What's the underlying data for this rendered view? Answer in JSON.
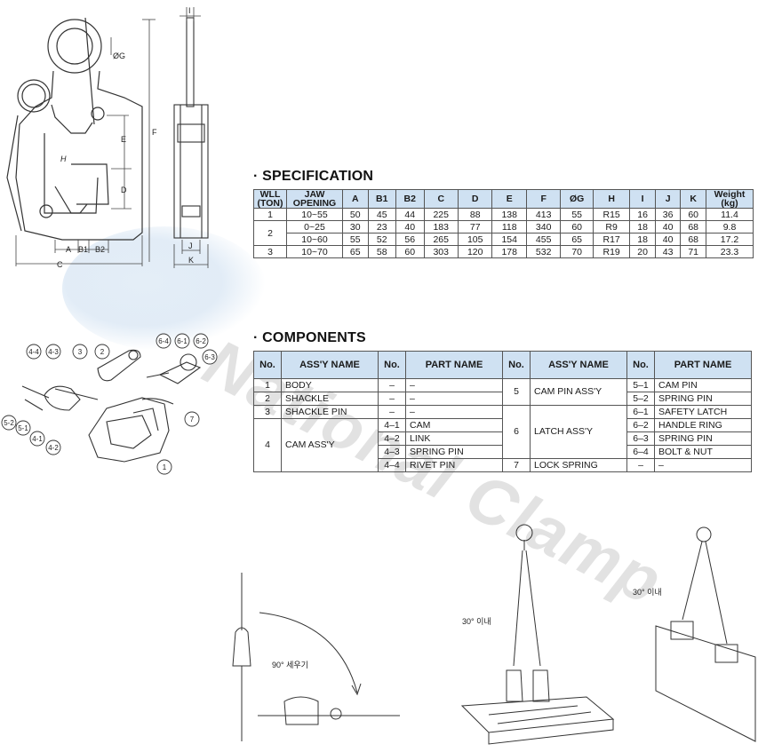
{
  "watermark": "National Clamp",
  "spec": {
    "title": "· SPECIFICATION",
    "headers": [
      "WLL (TON)",
      "JAW OPENING",
      "A",
      "B1",
      "B2",
      "C",
      "D",
      "E",
      "F",
      "ØG",
      "H",
      "I",
      "J",
      "K",
      "Weight (kg)"
    ],
    "rows": [
      {
        "wll": "1",
        "vals": [
          "10~55",
          "50",
          "45",
          "44",
          "225",
          "88",
          "138",
          "413",
          "55",
          "R15",
          "16",
          "36",
          "60",
          "11.4"
        ]
      },
      {
        "wll": "2",
        "vals": [
          "0~25",
          "30",
          "23",
          "40",
          "183",
          "77",
          "118",
          "340",
          "60",
          "R9",
          "18",
          "40",
          "68",
          "9.8"
        ]
      },
      {
        "wll": "",
        "vals": [
          "10~60",
          "55",
          "52",
          "56",
          "265",
          "105",
          "154",
          "455",
          "65",
          "R17",
          "18",
          "40",
          "68",
          "17.2"
        ]
      },
      {
        "wll": "3",
        "vals": [
          "10~70",
          "65",
          "58",
          "60",
          "303",
          "120",
          "178",
          "532",
          "70",
          "R19",
          "20",
          "43",
          "71",
          "23.3"
        ]
      }
    ]
  },
  "components": {
    "title": "· COMPONENTS",
    "headers": [
      "No.",
      "ASS'Y NAME",
      "No.",
      "PART NAME",
      "No.",
      "ASS'Y NAME",
      "No.",
      "PART NAME"
    ],
    "left": [
      {
        "no": "1",
        "name": "BODY",
        "pno": "–",
        "pname": "–"
      },
      {
        "no": "2",
        "name": "SHACKLE",
        "pno": "–",
        "pname": "–"
      },
      {
        "no": "3",
        "name": "SHACKLE PIN",
        "pno": "–",
        "pname": "–"
      },
      {
        "no": "4",
        "name": "CAM ASS'Y",
        "parts": [
          {
            "pno": "4–1",
            "pname": "CAM"
          },
          {
            "pno": "4–2",
            "pname": "LINK"
          },
          {
            "pno": "4–3",
            "pname": "SPRING PIN"
          },
          {
            "pno": "4–4",
            "pname": "RIVET PIN"
          }
        ]
      }
    ],
    "right": [
      {
        "no": "5",
        "name": "CAM PIN ASS'Y",
        "parts": [
          {
            "pno": "5–1",
            "pname": "CAM PIN"
          },
          {
            "pno": "5–2",
            "pname": "SPRING PIN"
          }
        ]
      },
      {
        "no": "6",
        "name": "LATCH ASS'Y",
        "parts": [
          {
            "pno": "6–1",
            "pname": "SAFETY LATCH"
          },
          {
            "pno": "6–2",
            "pname": "HANDLE RING"
          },
          {
            "pno": "6–3",
            "pname": "SPRING PIN"
          },
          {
            "pno": "6–4",
            "pname": "BOLT & NUT"
          }
        ]
      },
      {
        "no": "7",
        "name": "LOCK SPRING",
        "pno": "–",
        "pname": "–"
      }
    ]
  },
  "drawing": {
    "dims": {
      "g": "ØG",
      "i": "I",
      "e": "E",
      "f": "F",
      "h": "H",
      "d": "D",
      "j": "J",
      "k": "K",
      "a": "A",
      "b1": "B1",
      "b2": "B2",
      "c": "C"
    },
    "callouts": [
      "4-4",
      "4-3",
      "3",
      "2",
      "6-4",
      "6-1",
      "6-2",
      "6-3",
      "5-2",
      "5-1",
      "4-1",
      "4-2",
      "7",
      "1"
    ],
    "usage_labels": {
      "upright": "90° 세우기",
      "angle1": "30° 이내",
      "angle2": "30° 이내"
    }
  }
}
